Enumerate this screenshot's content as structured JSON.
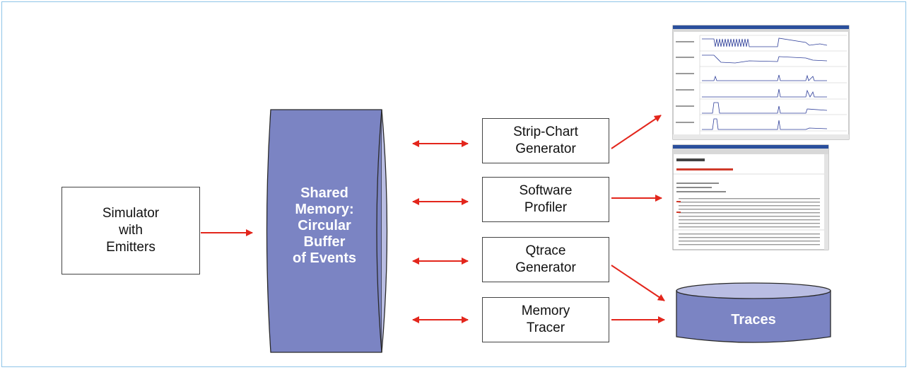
{
  "nodes": {
    "simulator": "Simulator\nwith\nEmitters",
    "shared_memory": "Shared\nMemory:\nCircular\nBuffer\nof Events",
    "strip_chart": "Strip-Chart\nGenerator",
    "software_profiler": "Software\nProfiler",
    "qtrace": "Qtrace\nGenerator",
    "memory_tracer": "Memory\nTracer",
    "traces": "Traces"
  },
  "colors": {
    "cylinder_fill": "#7b84c3",
    "arrow": "#e3261c",
    "frame_border": "#8fc4e8"
  }
}
